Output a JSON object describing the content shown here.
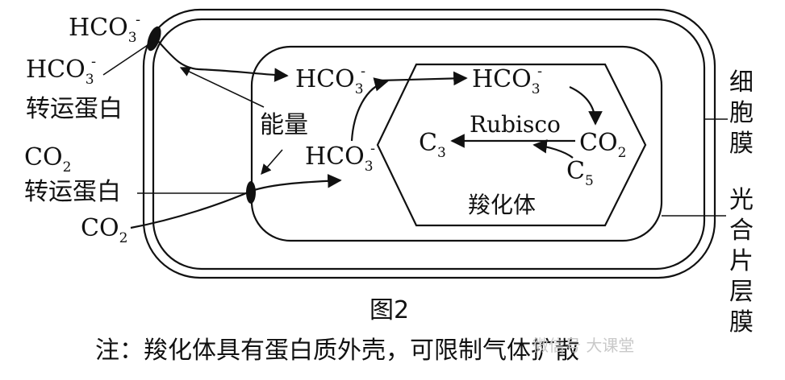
{
  "molecules": {
    "hco3_outside": "HCO",
    "hco3_outside_sub": "3",
    "hco3_outside_sup": "-",
    "hco3_stroma_top": "HCO",
    "hco3_stroma_top_sub": "3",
    "hco3_stroma_top_sup": "-",
    "hco3_carboxysome": "HCO",
    "hco3_carboxysome_sub": "3",
    "hco3_carboxysome_sup": "-",
    "hco3_stroma_low": "HCO",
    "hco3_stroma_low_sub": "3",
    "hco3_stroma_low_sup": "-",
    "co2_inner": "CO",
    "co2_inner_sub": "2",
    "co2_outside_label": "CO",
    "co2_outside_label_sub": "2",
    "co2_outside": "CO",
    "co2_outside_sub": "2",
    "c3": "C",
    "c3_sub": "3",
    "c5": "C",
    "c5_sub": "5",
    "rubisco": "Rubisco"
  },
  "labels": {
    "hco3_transporter_formula": "HCO",
    "hco3_transporter_sub": "3",
    "hco3_transporter_sup": "-",
    "hco3_transporter_text": "转运蛋白",
    "co2_transporter_text": "转运蛋白",
    "energy": "能量",
    "carboxysome": "羧化体",
    "cell_membrane": [
      "细",
      "胞",
      "膜"
    ],
    "thylakoid_membrane": [
      "光",
      "合",
      "片",
      "层",
      "膜"
    ]
  },
  "figure_title": "图2",
  "note": "注：羧化体具有蛋白质外壳，可限制气体扩散",
  "watermark": "微信号   大课堂"
}
